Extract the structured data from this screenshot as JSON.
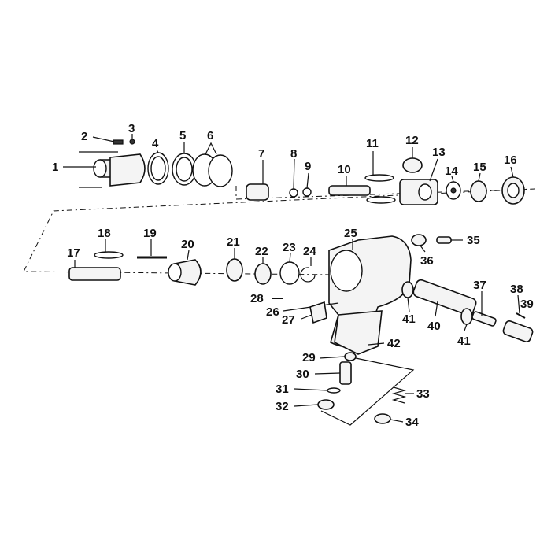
{
  "diagram": {
    "labels": [
      "1",
      "2",
      "3",
      "4",
      "5",
      "6",
      "7",
      "8",
      "9",
      "10",
      "11",
      "12",
      "13",
      "14",
      "15",
      "16",
      "17",
      "18",
      "19",
      "20",
      "21",
      "22",
      "23",
      "24",
      "25",
      "26",
      "27",
      "28",
      "29",
      "30",
      "31",
      "32",
      "33",
      "34",
      "35",
      "36",
      "37",
      "38",
      "39",
      "40",
      "41",
      "41",
      "42"
    ]
  },
  "colors": {
    "ink": "#111111",
    "background": "#ffffff",
    "part_fill": "#f4f4f4"
  }
}
